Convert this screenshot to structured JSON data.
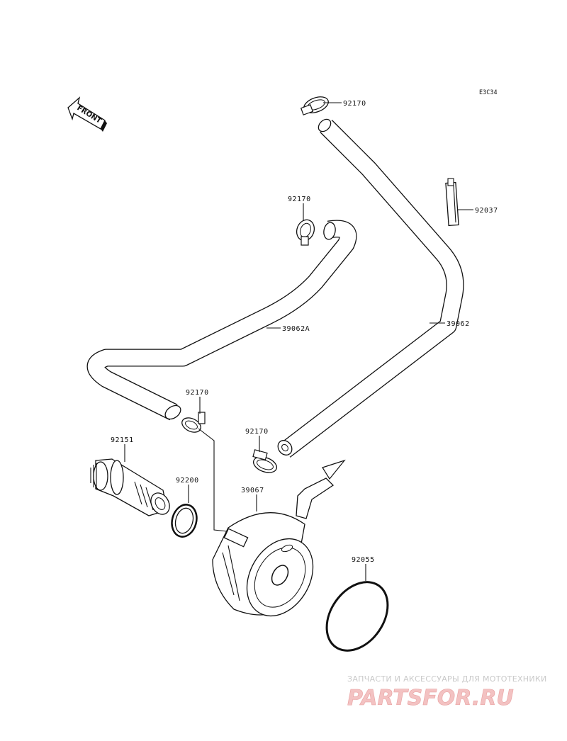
{
  "diagram_code": "E3C34",
  "front_label": "FRONT",
  "parts": {
    "clamp_top": "92170",
    "clamp_mid": "92170",
    "clamp_left": "92170",
    "clamp_lower": "92170",
    "protector": "92037",
    "hose_a": "39062A",
    "hose": "39062",
    "bolt": "92151",
    "gasket": "92200",
    "cooler": "39067",
    "oring": "92055"
  },
  "watermark": {
    "tagline": "ЗАПЧАСТИ И АКСЕССУАРЫ ДЛЯ МОТОТЕХНИКИ",
    "brand": "PARTSFOR.RU"
  }
}
